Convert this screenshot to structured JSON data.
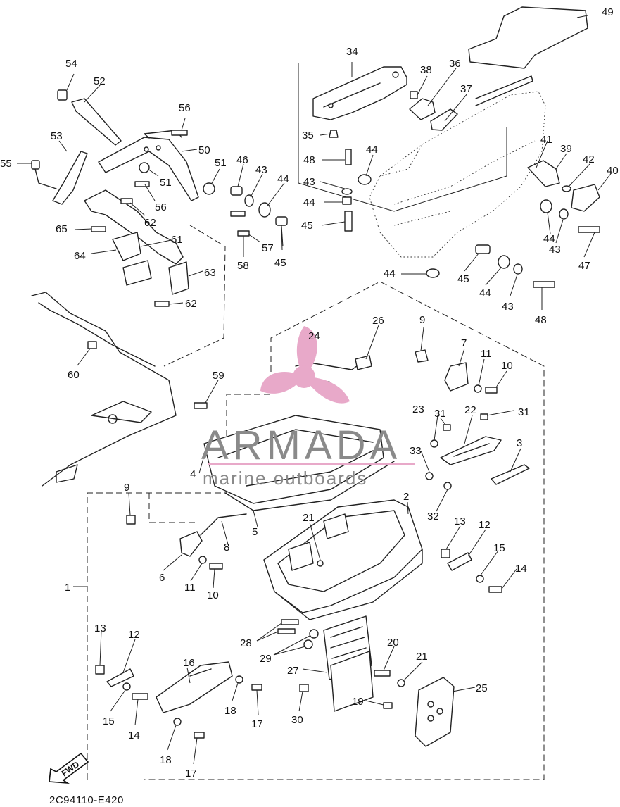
{
  "watermark": {
    "brand": "ARMADA",
    "tagline": "marine outboards",
    "colors": {
      "logo": "#e8a9c9",
      "text": "#8a8a8a"
    }
  },
  "fwd_label": "FWD",
  "diagram_code": "2C94110-E420",
  "callouts": [
    {
      "id": "c49",
      "label": "49"
    },
    {
      "id": "c34",
      "label": "34"
    },
    {
      "id": "c54",
      "label": "54"
    },
    {
      "id": "c52",
      "label": "52"
    },
    {
      "id": "c38",
      "label": "38"
    },
    {
      "id": "c36",
      "label": "36"
    },
    {
      "id": "c37",
      "label": "37"
    },
    {
      "id": "c56a",
      "label": "56"
    },
    {
      "id": "c53",
      "label": "53"
    },
    {
      "id": "c50",
      "label": "50"
    },
    {
      "id": "c35",
      "label": "35"
    },
    {
      "id": "c55",
      "label": "55"
    },
    {
      "id": "c48a",
      "label": "48"
    },
    {
      "id": "c44a",
      "label": "44"
    },
    {
      "id": "c41",
      "label": "41"
    },
    {
      "id": "c39",
      "label": "39"
    },
    {
      "id": "c42",
      "label": "42"
    },
    {
      "id": "c40",
      "label": "40"
    },
    {
      "id": "c51a",
      "label": "51"
    },
    {
      "id": "c46",
      "label": "46"
    },
    {
      "id": "c43a",
      "label": "43"
    },
    {
      "id": "c44b",
      "label": "44"
    },
    {
      "id": "c51b",
      "label": "51"
    },
    {
      "id": "c43b",
      "label": "43"
    },
    {
      "id": "c56b",
      "label": "56"
    },
    {
      "id": "c44c",
      "label": "44"
    },
    {
      "id": "c62a",
      "label": "62"
    },
    {
      "id": "c45a",
      "label": "45"
    },
    {
      "id": "c65",
      "label": "65"
    },
    {
      "id": "c57",
      "label": "57"
    },
    {
      "id": "c44d",
      "label": "44"
    },
    {
      "id": "c43c",
      "label": "43"
    },
    {
      "id": "c61",
      "label": "61"
    },
    {
      "id": "c64",
      "label": "64"
    },
    {
      "id": "c58",
      "label": "58"
    },
    {
      "id": "c45b",
      "label": "45"
    },
    {
      "id": "c47",
      "label": "47"
    },
    {
      "id": "c63",
      "label": "63"
    },
    {
      "id": "c44e",
      "label": "44"
    },
    {
      "id": "c45c",
      "label": "45"
    },
    {
      "id": "c44f",
      "label": "44"
    },
    {
      "id": "c62b",
      "label": "62"
    },
    {
      "id": "c43d",
      "label": "43"
    },
    {
      "id": "c48b",
      "label": "48"
    },
    {
      "id": "c24",
      "label": "24"
    },
    {
      "id": "c26",
      "label": "26"
    },
    {
      "id": "c9a",
      "label": "9"
    },
    {
      "id": "c7",
      "label": "7"
    },
    {
      "id": "c60",
      "label": "60"
    },
    {
      "id": "c11a",
      "label": "11"
    },
    {
      "id": "c10a",
      "label": "10"
    },
    {
      "id": "c59",
      "label": "59"
    },
    {
      "id": "c23",
      "label": "23"
    },
    {
      "id": "c31a",
      "label": "31"
    },
    {
      "id": "c22",
      "label": "22"
    },
    {
      "id": "c31b",
      "label": "31"
    },
    {
      "id": "c3",
      "label": "3"
    },
    {
      "id": "c33",
      "label": "33"
    },
    {
      "id": "c4",
      "label": "4"
    },
    {
      "id": "c32",
      "label": "32"
    },
    {
      "id": "c9b",
      "label": "9"
    },
    {
      "id": "c2",
      "label": "2"
    },
    {
      "id": "c21a",
      "label": "21"
    },
    {
      "id": "c13a",
      "label": "13"
    },
    {
      "id": "c12a",
      "label": "12"
    },
    {
      "id": "c5",
      "label": "5"
    },
    {
      "id": "c8",
      "label": "8"
    },
    {
      "id": "c15a",
      "label": "15"
    },
    {
      "id": "c14a",
      "label": "14"
    },
    {
      "id": "c6",
      "label": "6"
    },
    {
      "id": "c11b",
      "label": "11"
    },
    {
      "id": "c10b",
      "label": "10"
    },
    {
      "id": "c1",
      "label": "1"
    },
    {
      "id": "c13b",
      "label": "13"
    },
    {
      "id": "c12b",
      "label": "12"
    },
    {
      "id": "c28",
      "label": "28"
    },
    {
      "id": "c29",
      "label": "29"
    },
    {
      "id": "c20",
      "label": "20"
    },
    {
      "id": "c16",
      "label": "16"
    },
    {
      "id": "c21b",
      "label": "21"
    },
    {
      "id": "c27",
      "label": "27"
    },
    {
      "id": "c25",
      "label": "25"
    },
    {
      "id": "c19",
      "label": "19"
    },
    {
      "id": "c18a",
      "label": "18"
    },
    {
      "id": "c17a",
      "label": "17"
    },
    {
      "id": "c15b",
      "label": "15"
    },
    {
      "id": "c14b",
      "label": "14"
    },
    {
      "id": "c30",
      "label": "30"
    },
    {
      "id": "c18b",
      "label": "18"
    },
    {
      "id": "c17b",
      "label": "17"
    }
  ]
}
